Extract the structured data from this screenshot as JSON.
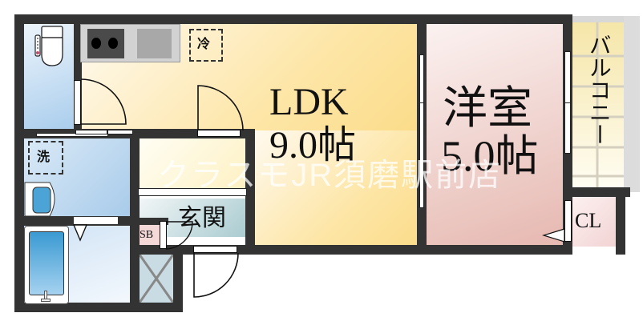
{
  "floor_plan": {
    "rooms": {
      "ldk": {
        "name": "LDK",
        "size": "9.0帖"
      },
      "western": {
        "name": "洋室",
        "size": "5.0帖"
      },
      "genkan": {
        "name": "玄関"
      },
      "balcony": {
        "name": "バルコニー"
      },
      "closet": {
        "name": "CL"
      },
      "shoe_box": {
        "name": "SB"
      }
    },
    "fixtures": {
      "refrigerator": "冷",
      "washer": "洗"
    },
    "watermark": "クラスモJR須磨駅前店",
    "colors": {
      "wall": "#333333",
      "ldk": "#fde6a8",
      "western": "#e6b8b0",
      "wet_area": "#a8cbea",
      "genkan": "#a9cbd0",
      "balcony": "#f5e6a8"
    }
  }
}
